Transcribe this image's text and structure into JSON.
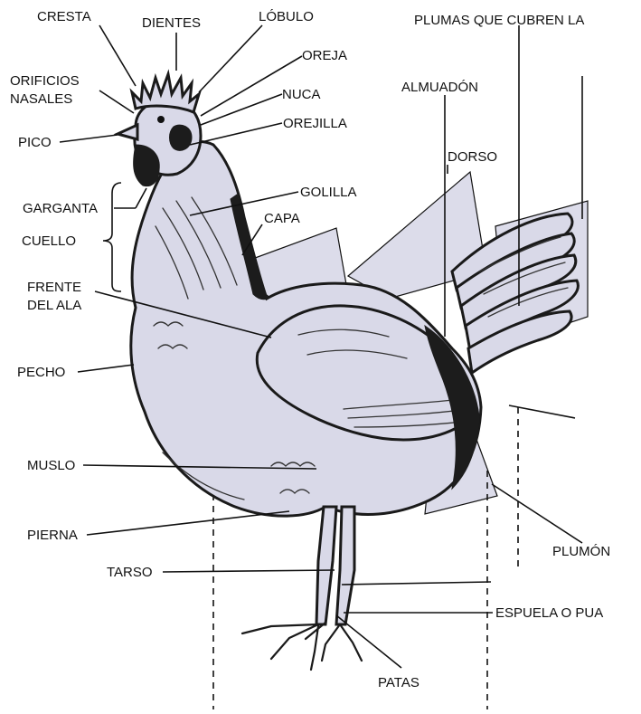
{
  "labels": {
    "cresta": "CRESTA",
    "dientes": "DIENTES",
    "lobulo": "LÓBULO",
    "plumas_cubren": "PLUMAS QUE CUBREN LA",
    "oreja": "OREJA",
    "orificios_1": "ORIFICIOS",
    "orificios_2": "NASALES",
    "nuca": "NUCA",
    "almuadon": "ALMUADÓN",
    "orejilla": "OREJILLA",
    "pico": "PICO",
    "dorso": "DORSO",
    "golilla": "GOLILLA",
    "garganta": "GARGANTA",
    "capa": "CAPA",
    "cuello": "CUELLO",
    "frente_1": "FRENTE",
    "frente_2": "DEL ALA",
    "pecho": "PECHO",
    "muslo": "MUSLO",
    "pierna": "PIERNA",
    "plumon": "PLUMÓN",
    "tarso": "TARSO",
    "espuela": "ESPUELA O PUA",
    "patas": "PATAS"
  }
}
